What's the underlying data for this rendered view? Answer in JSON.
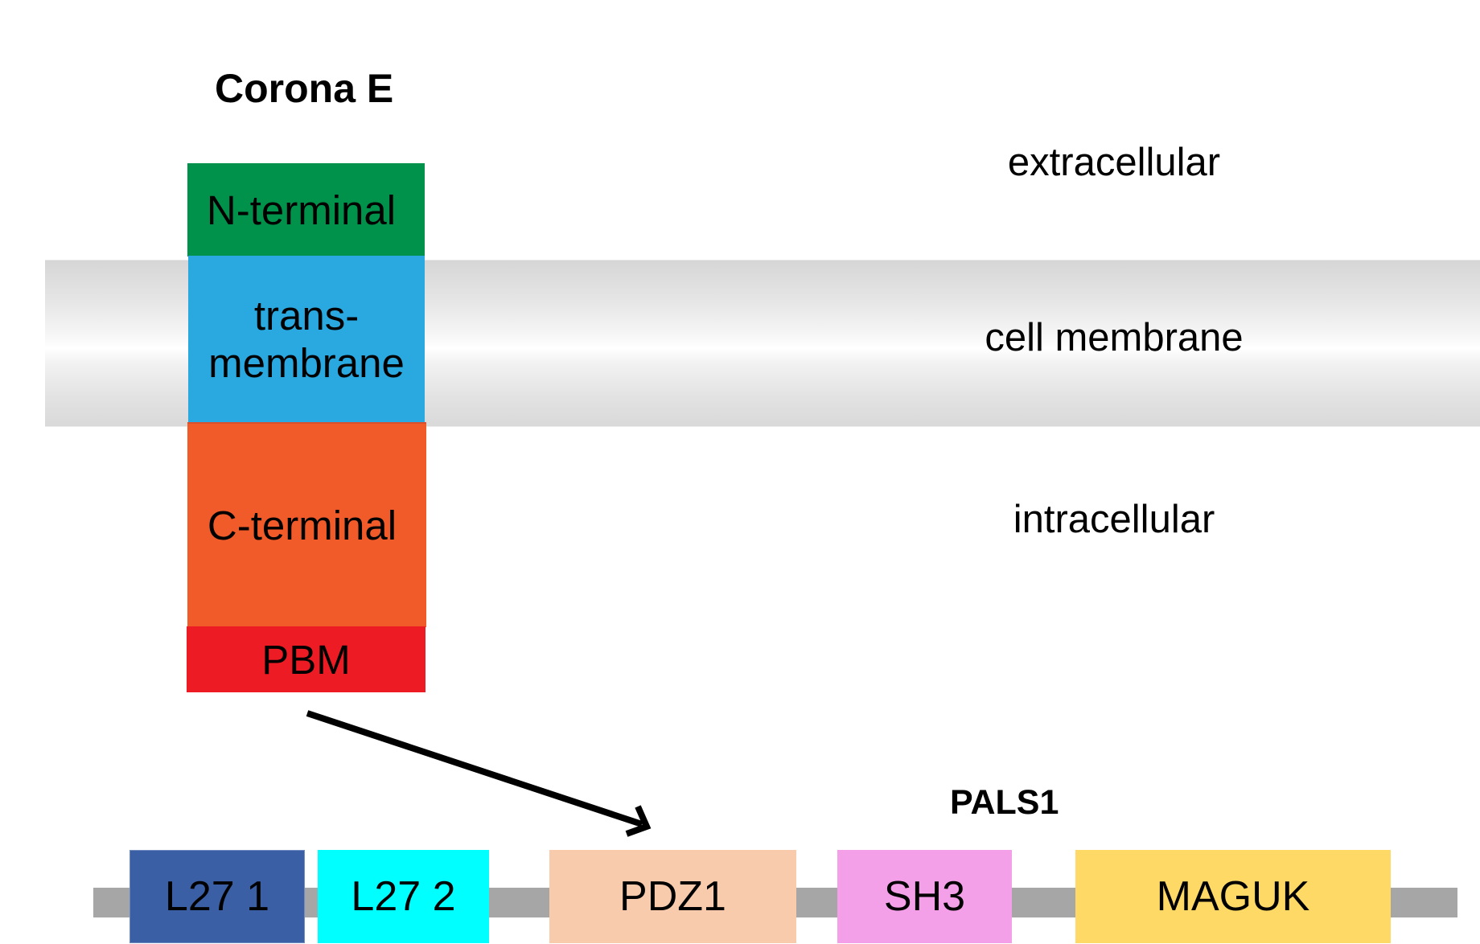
{
  "protein_e": {
    "title": "Corona E",
    "segments": [
      {
        "label": "N-terminal",
        "color": "#00924a"
      },
      {
        "label_line1": "trans-",
        "label_line2": "membrane",
        "color": "#29a9e0"
      },
      {
        "label": "C-terminal",
        "color": "#f15a29"
      },
      {
        "label": "PBM",
        "color": "#ed1c24"
      }
    ]
  },
  "regions": {
    "extracellular": "extracellular",
    "membrane": "cell membrane",
    "intracellular": "intracellular"
  },
  "arrow": {
    "from": "PBM",
    "to": "PDZ1",
    "color": "#000000"
  },
  "pals1": {
    "title": "PALS1",
    "backbone_color": "#a6a6a6",
    "domains": [
      {
        "label": "L27 1",
        "color": "#3a5fa5"
      },
      {
        "label": "L27 2",
        "color": "#00ffff"
      },
      {
        "label": "PDZ1",
        "color": "#f8cbad"
      },
      {
        "label": "SH3",
        "color": "#f4a0e8"
      },
      {
        "label": "MAGUK",
        "color": "#ffd966"
      }
    ]
  }
}
